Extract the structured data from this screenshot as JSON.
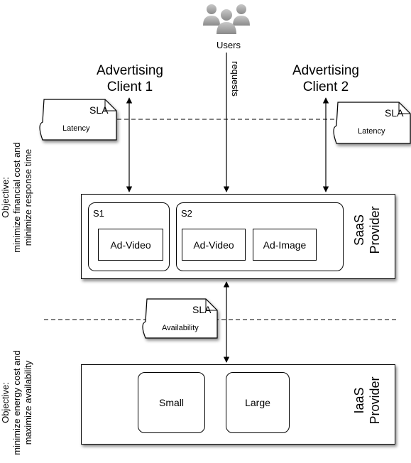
{
  "users": {
    "label": "Users",
    "requests_label": "requests"
  },
  "clients": [
    {
      "title_line1": "Advertising",
      "title_line2": "Client 1",
      "sla_label": "SLA",
      "sla_metric": "Latency"
    },
    {
      "title_line1": "Advertising",
      "title_line2": "Client 2",
      "sla_label": "SLA",
      "sla_metric": "Latency"
    }
  ],
  "saas": {
    "provider_line1": "SaaS",
    "provider_line2": "Provider",
    "objective_line1": "Objective:",
    "objective_line2": "minimize financial cost and",
    "objective_line3": "minimize response time",
    "services": [
      {
        "name": "S1",
        "components": [
          "Ad-Video"
        ]
      },
      {
        "name": "S2",
        "components": [
          "Ad-Video",
          "Ad-Image"
        ]
      }
    ]
  },
  "availability_sla": {
    "sla_label": "SLA",
    "sla_metric": "Availability"
  },
  "iaas": {
    "provider_line1": "IaaS",
    "provider_line2": "Provider",
    "objective_line1": "Objective:",
    "objective_line2": "minimize energy cost and",
    "objective_line3": "maximize availability",
    "vms": [
      "Small",
      "Large"
    ]
  }
}
